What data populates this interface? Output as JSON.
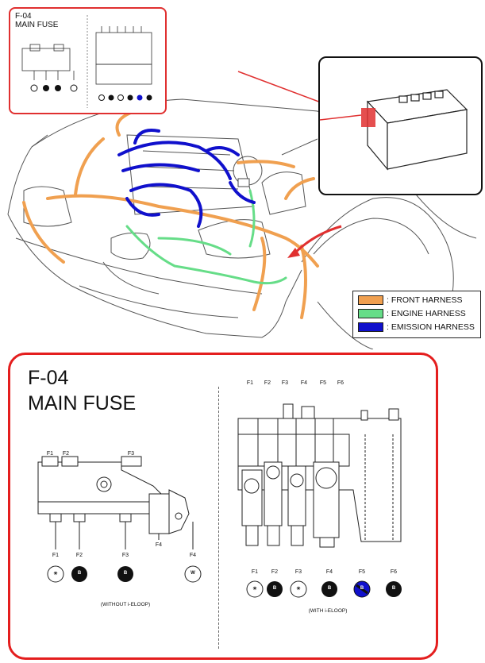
{
  "inset": {
    "code": "F-04",
    "title": "MAIN FUSE"
  },
  "legend": {
    "items": [
      {
        "label": ": FRONT HARNESS",
        "color": "#f0a050"
      },
      {
        "label": ": ENGINE HARNESS",
        "color": "#66dd88"
      },
      {
        "label": ": EMISSION HARNESS",
        "color": "#1010cc"
      }
    ]
  },
  "main": {
    "code": "F-04",
    "title": "MAIN FUSE",
    "left": {
      "top_labels": [
        "F1",
        "F2",
        "F3"
      ],
      "bottom_labels": [
        "F1",
        "F2",
        "F3",
        "F4"
      ],
      "side_label": "F4",
      "symbols": [
        "✳",
        "B",
        "B",
        "W"
      ],
      "caption": "(WITHOUT i-ELOOP)"
    },
    "right": {
      "top_labels": [
        "F1",
        "F2",
        "F3",
        "F4",
        "F5",
        "F6"
      ],
      "bottom_labels": [
        "F1",
        "F2",
        "F3",
        "F4",
        "F5",
        "F6"
      ],
      "symbols": [
        "✳",
        "B",
        "✳",
        "B",
        "B",
        "B"
      ],
      "caption": "(WITH i-ELOOP)"
    }
  },
  "colors": {
    "red": "#e41e1e",
    "front": "#f0a050",
    "engine": "#66dd88",
    "emission": "#1010cc"
  }
}
